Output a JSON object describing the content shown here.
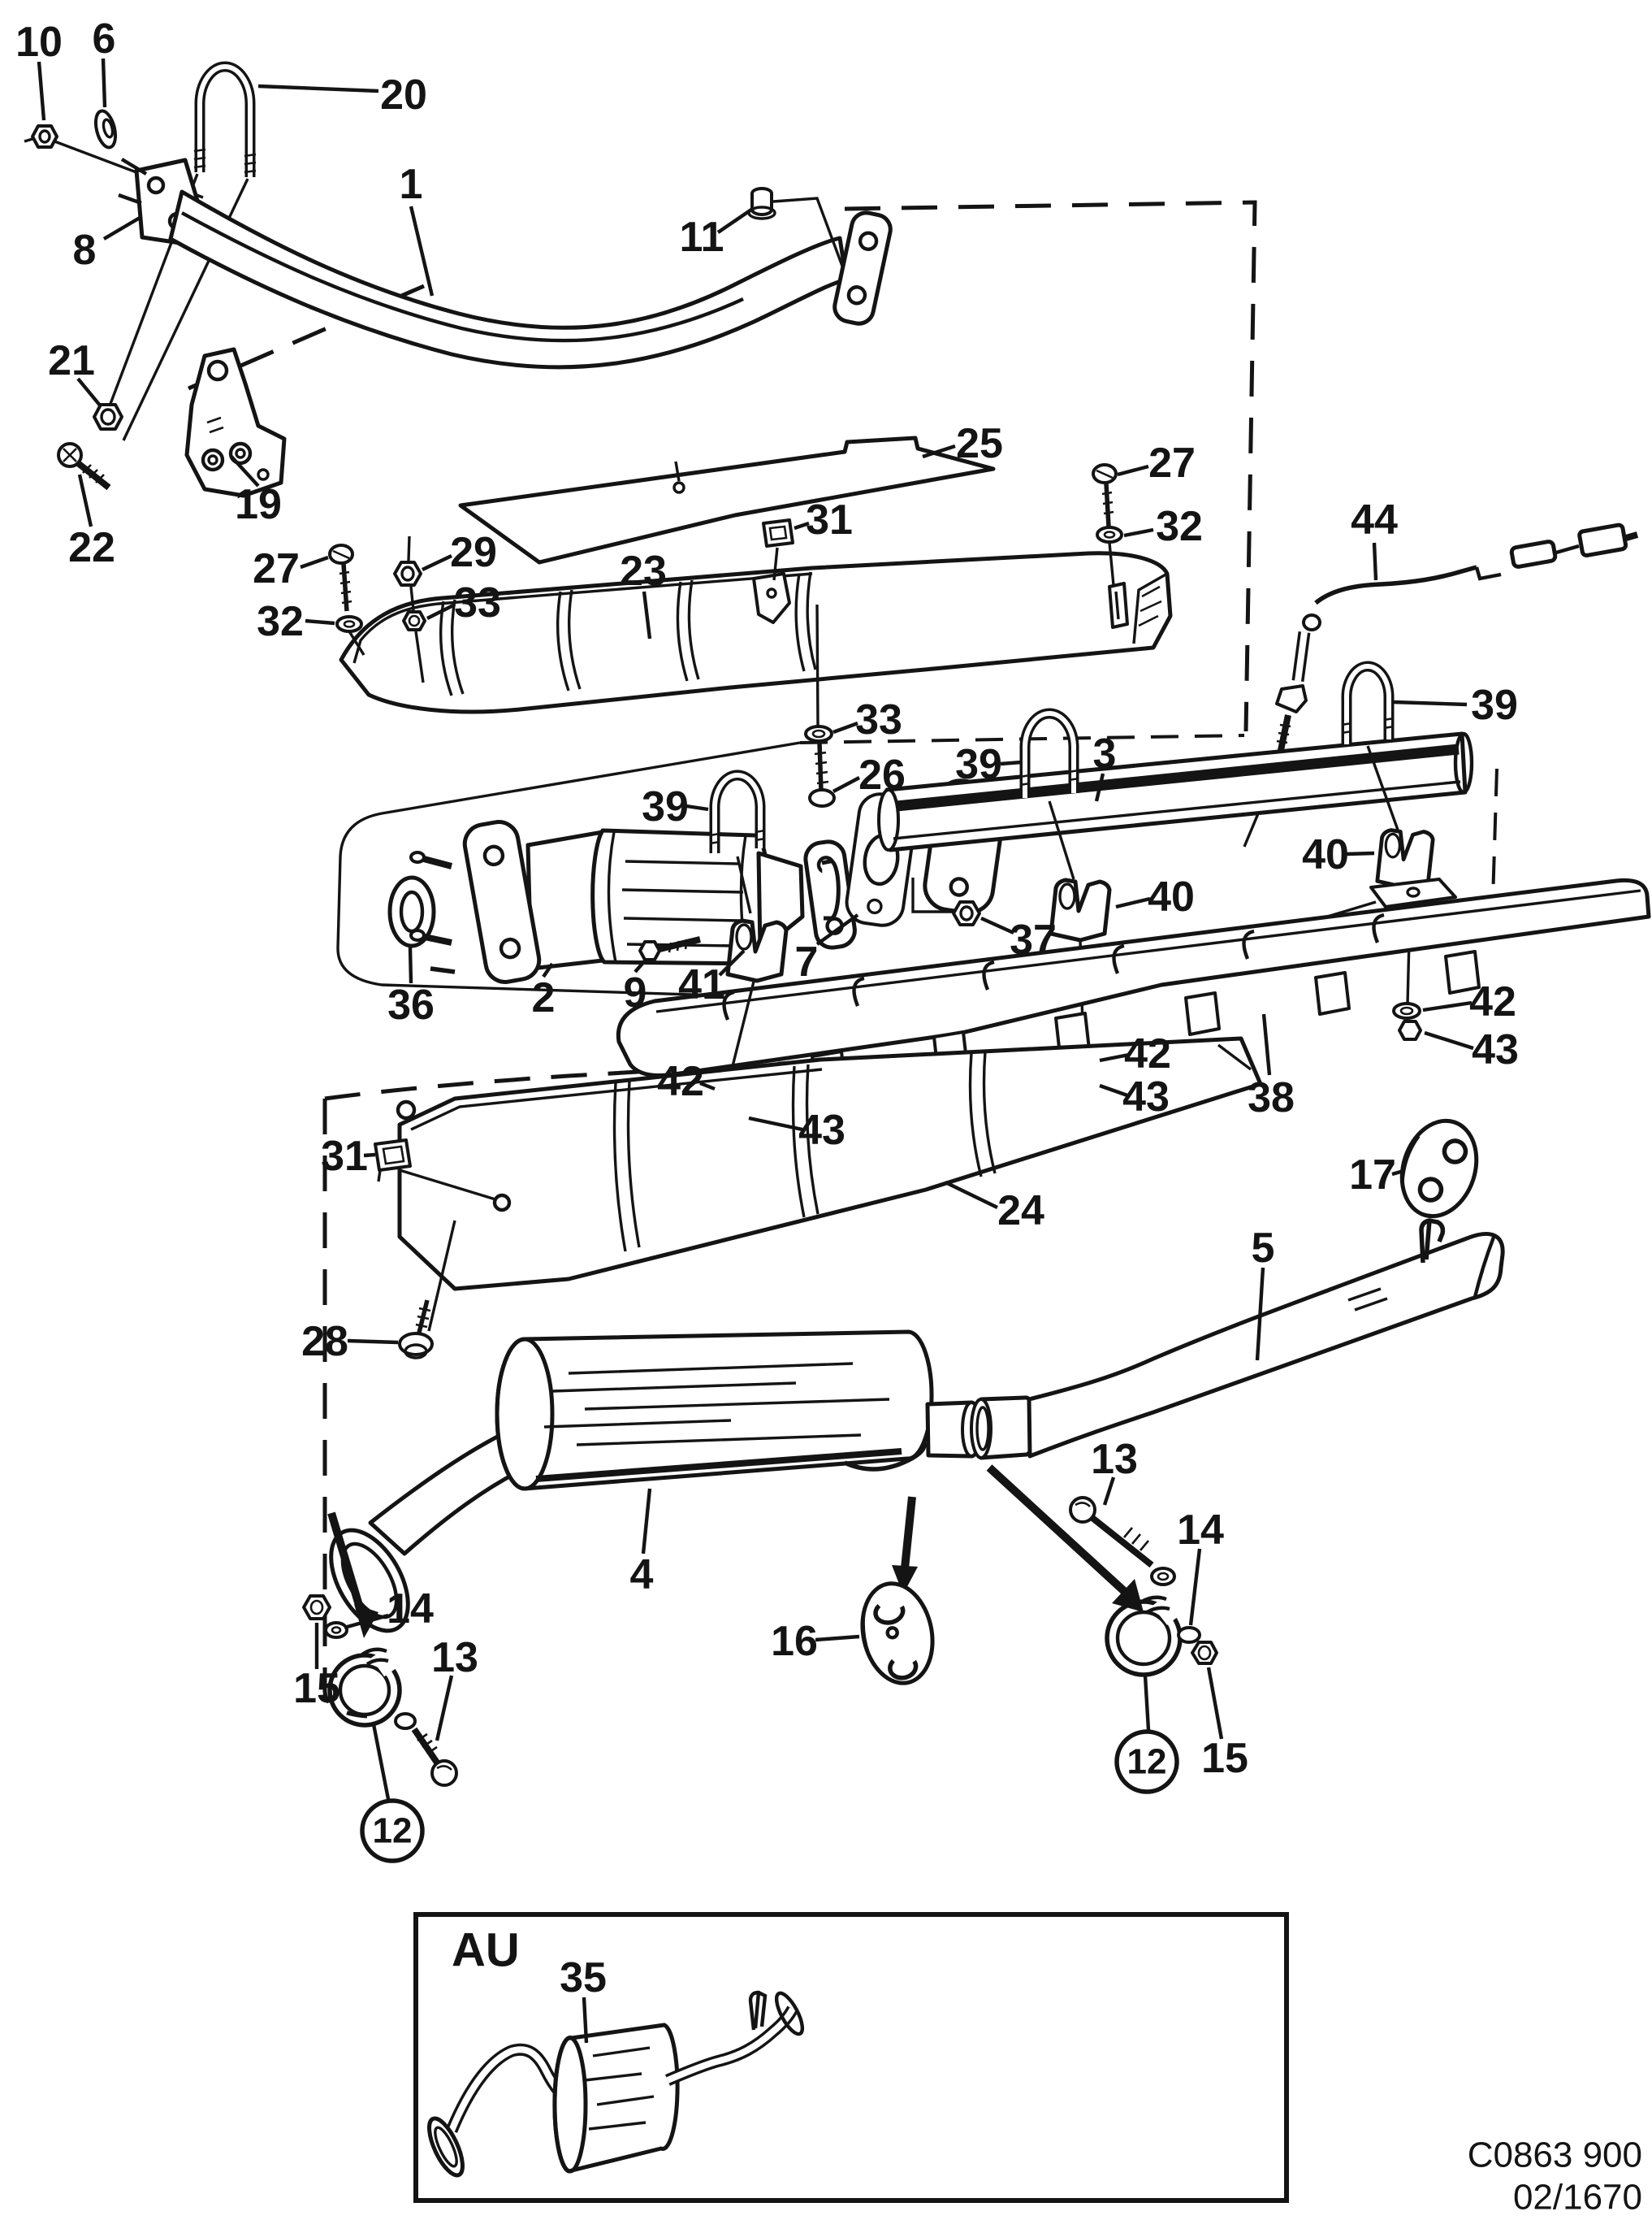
{
  "figure": {
    "type": "exploded-parts-diagram",
    "subject": "exhaust system",
    "footer": {
      "code": "C0863 900",
      "page": "02/1670"
    },
    "inset": {
      "label": "AU"
    },
    "colors": {
      "ink": "#141414",
      "background": "#ffffff"
    }
  },
  "callouts": [
    {
      "text": "10"
    },
    {
      "text": "6"
    },
    {
      "text": "20"
    },
    {
      "text": "1"
    },
    {
      "text": "11"
    },
    {
      "text": "8"
    },
    {
      "text": "21"
    },
    {
      "text": "19"
    },
    {
      "text": "22"
    },
    {
      "text": "27"
    },
    {
      "text": "32"
    },
    {
      "text": "29"
    },
    {
      "text": "33"
    },
    {
      "text": "23"
    },
    {
      "text": "31"
    },
    {
      "text": "25"
    },
    {
      "text": "27"
    },
    {
      "text": "32"
    },
    {
      "text": "44"
    },
    {
      "text": "39"
    },
    {
      "text": "33"
    },
    {
      "text": "26"
    },
    {
      "text": "39"
    },
    {
      "text": "3"
    },
    {
      "text": "39"
    },
    {
      "text": "36"
    },
    {
      "text": "2"
    },
    {
      "text": "9"
    },
    {
      "text": "41"
    },
    {
      "text": "7"
    },
    {
      "text": "37"
    },
    {
      "text": "40"
    },
    {
      "text": "40"
    },
    {
      "text": "42"
    },
    {
      "text": "43"
    },
    {
      "text": "42"
    },
    {
      "text": "43"
    },
    {
      "text": "42"
    },
    {
      "text": "43"
    },
    {
      "text": "38"
    },
    {
      "text": "31"
    },
    {
      "text": "24"
    },
    {
      "text": "28"
    },
    {
      "text": "17"
    },
    {
      "text": "5"
    },
    {
      "text": "4"
    },
    {
      "text": "16"
    },
    {
      "text": "14"
    },
    {
      "text": "15"
    },
    {
      "text": "13"
    },
    {
      "text": "12"
    },
    {
      "text": "13"
    },
    {
      "text": "14"
    },
    {
      "text": "15"
    },
    {
      "text": "12"
    },
    {
      "text": "35"
    }
  ]
}
